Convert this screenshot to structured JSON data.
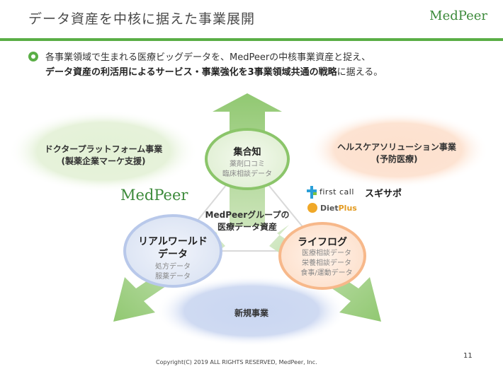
{
  "header": {
    "title": "データ資産を中核に据えた事業展開",
    "brand": "MedPeer",
    "accent_color": "#5aae46"
  },
  "intro": {
    "line1": "各事業領域で生まれる医療ビッグデータを、MedPeerの中核事業資産と捉え、",
    "line2_bold": "データ資産の利活用によるサービス・事業強化を3事業領域共通の戦略",
    "line2_tail": "に据える。"
  },
  "diagram": {
    "doctor_platform": [
      "ドクタープラットフォーム事業",
      "(製薬企業マーケ支援)"
    ],
    "healthcare": [
      "ヘルスケアソリューション事業",
      "(予防医療)"
    ],
    "collective": {
      "title": "集合知",
      "items": [
        "薬剤口コミ",
        "臨床相談データ"
      ]
    },
    "center": [
      "MedPeerグループの",
      "医療データ資産"
    ],
    "real_world": {
      "title": [
        "リアルワールド",
        "データ"
      ],
      "items": [
        "処方データ",
        "服薬データ"
      ]
    },
    "lifelog": {
      "title": "ライフログ",
      "items": [
        "医療相談データ",
        "栄養相談データ",
        "食事/運動データ"
      ]
    },
    "new_business": "新規事業",
    "logos": {
      "medpeer": "MedPeer",
      "first_call": "first call",
      "sugi": "スギサポ",
      "diet": "Diet",
      "diet_plus": "Plus"
    },
    "colors": {
      "green": "#8bc56a",
      "blue": "#b8c8ea",
      "orange": "#f7b88a"
    }
  },
  "footer": {
    "copyright": "Copyright(C) 2019 ALL RIGHTS RESERVED, MedPeer, Inc.",
    "page": "11"
  }
}
